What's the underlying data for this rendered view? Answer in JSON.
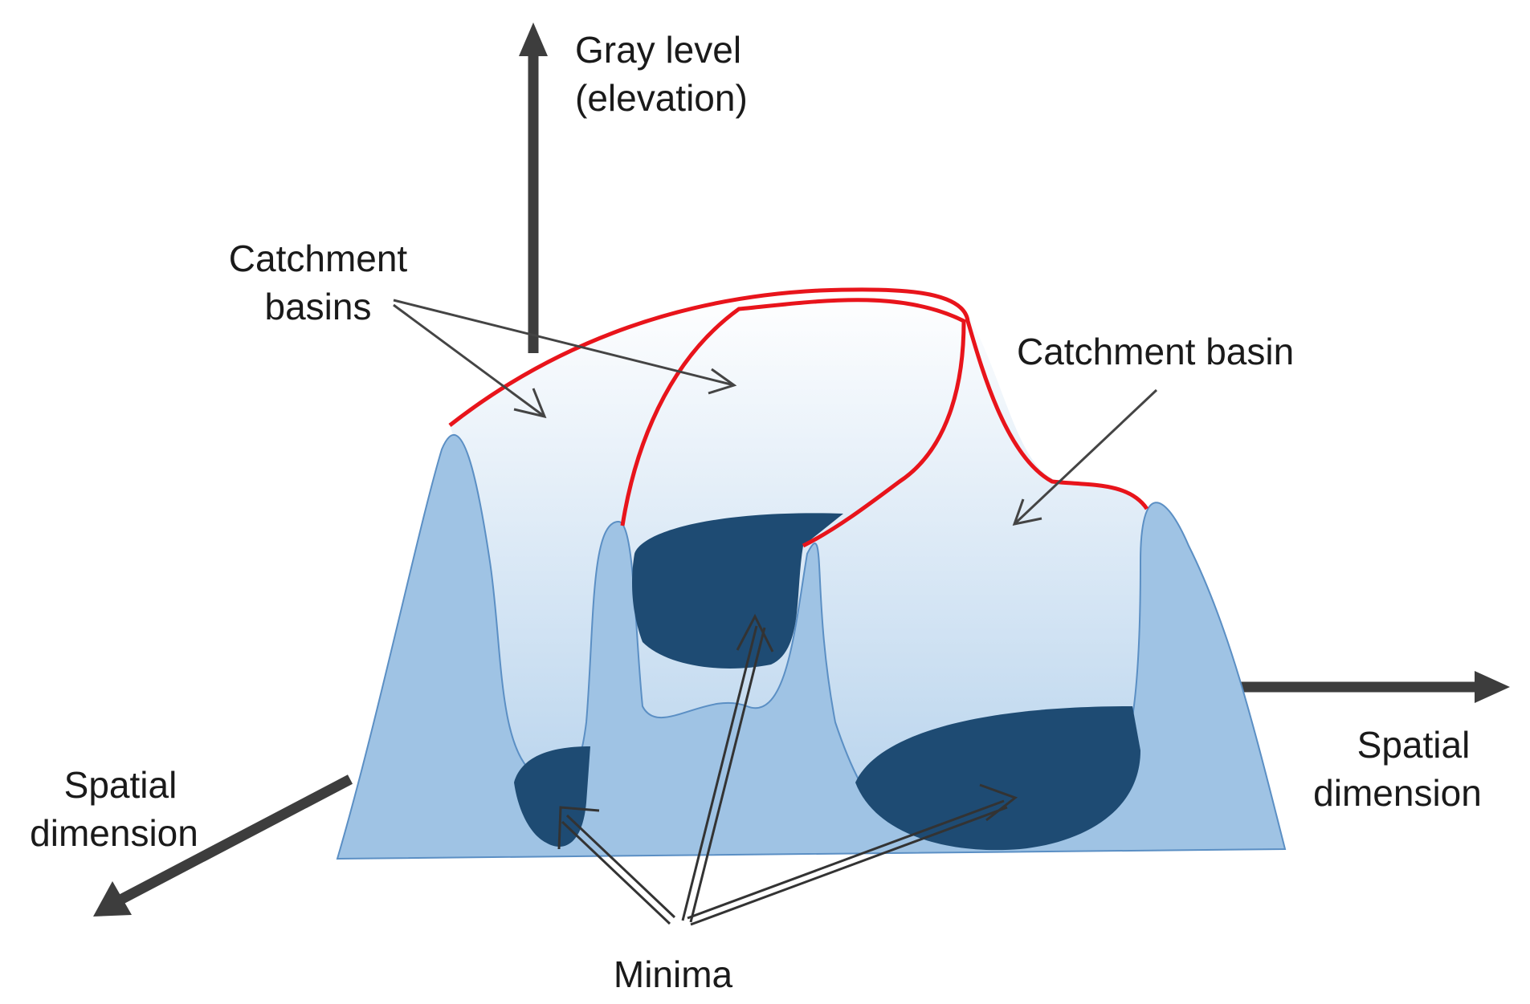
{
  "labels": {
    "vertical_axis_line1": "Gray level",
    "vertical_axis_line2": "(elevation)",
    "right_axis_line1": "Spatial",
    "right_axis_line2": "dimension",
    "left_axis_line1": "Spatial",
    "left_axis_line2": "dimension",
    "catchment_basins_line1": "Catchment",
    "catchment_basins_line2": "basins",
    "catchment_basin": "Catchment basin",
    "minima": "Minima"
  },
  "colors": {
    "axis": "#3d3d3d",
    "terrain": "#9fc3e4",
    "terrain_edge": "#5b8fc4",
    "minima_fill": "#1e4b73",
    "water_top": "#ffffff",
    "water_bottom": "#b9d4ed",
    "watershed_line": "#e8141b"
  }
}
